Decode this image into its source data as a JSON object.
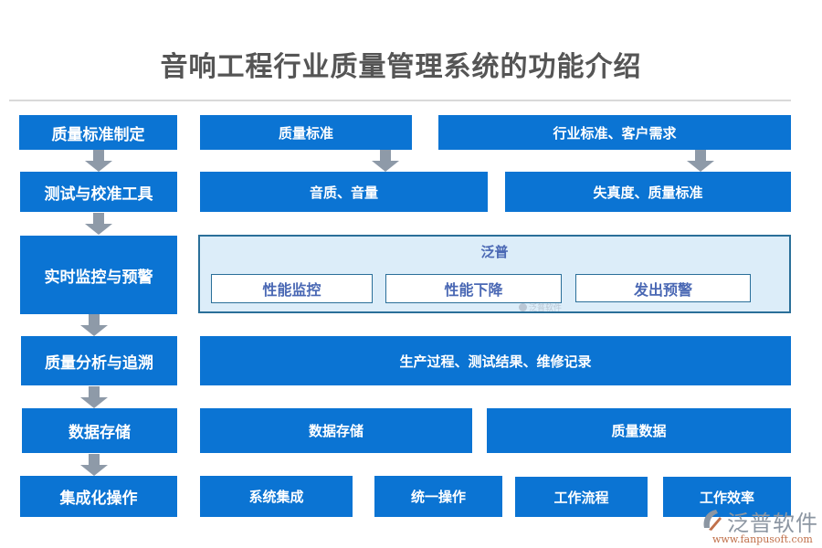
{
  "title": "音响工程行业质量管理系统的功能介绍",
  "colors": {
    "box_blue": "#0b74d3",
    "arrow_gray": "#8e9aa8",
    "panel_bg": "#dcedf9",
    "panel_border": "#2a6f99",
    "inner_text": "#4a68b4",
    "title_text": "#555555"
  },
  "left_column": [
    {
      "label": "质量标准制定"
    },
    {
      "label": "测试与校准工具"
    },
    {
      "label": "实时监控与预警"
    },
    {
      "label": "质量分析与追溯"
    },
    {
      "label": "数据存储"
    },
    {
      "label": "集成化操作"
    }
  ],
  "rows": {
    "row1": [
      "质量标准",
      "行业标准、客户需求"
    ],
    "row2": [
      "音质、音量",
      "失真度、质量标准"
    ],
    "row3": {
      "panel_title": "泛普",
      "items": [
        "性能监控",
        "性能下降",
        "发出预警"
      ],
      "watermark": "泛普软件"
    },
    "row4": [
      "生产过程、测试结果、维修记录"
    ],
    "row5": [
      "数据存储",
      "质量数据"
    ],
    "row6": [
      "系统集成",
      "统一操作",
      "工作流程",
      "工作效率"
    ]
  },
  "logo": {
    "name": "泛普软件",
    "url": "www.fanpusoft.com"
  }
}
